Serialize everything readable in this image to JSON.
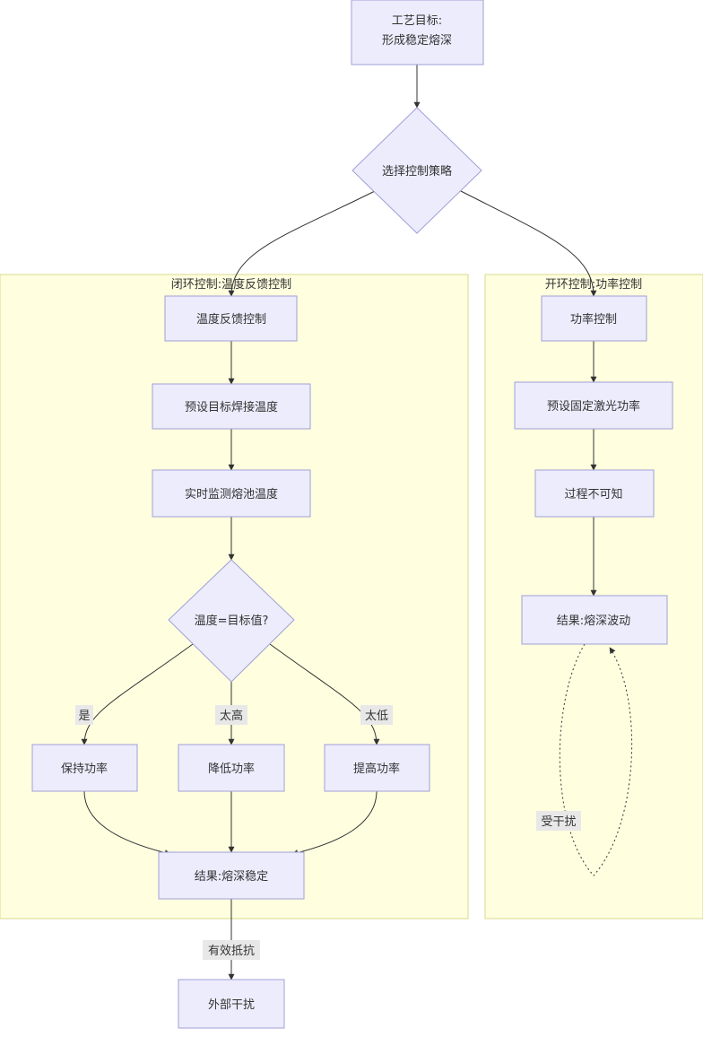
{
  "nodes": {
    "goal": [
      "工艺目标:",
      "形成稳定熔深"
    ],
    "strategy": "选择控制策略",
    "temp_feedback": "温度反馈控制",
    "preset_temp": "预设目标焊接温度",
    "monitor": "实时监测熔池温度",
    "check": "温度=目标值?",
    "keep": "保持功率",
    "lower": "降低功率",
    "raise": "提高功率",
    "stable": "结果:熔深稳定",
    "disturb": "外部干扰",
    "power_ctrl": "功率控制",
    "preset_power": "预设固定激光功率",
    "unknown": "过程不可知",
    "fluct": "结果:熔深波动"
  },
  "clusters": {
    "closed": "闭环控制:温度反馈控制",
    "open": "开环控制:功率控制"
  },
  "edge_labels": {
    "yes": "是",
    "too_high": "太高",
    "too_low": "太低",
    "resist": "有效抵抗",
    "disturbed": "受干扰"
  }
}
